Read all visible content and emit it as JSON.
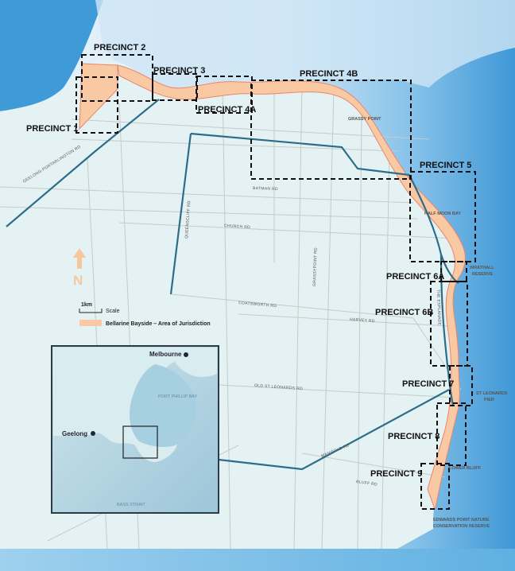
{
  "precincts": [
    {
      "id": "p1",
      "label": "PRECINCT 1"
    },
    {
      "id": "p2",
      "label": "PRECINCT 2"
    },
    {
      "id": "p3",
      "label": "PRECINCT 3"
    },
    {
      "id": "p4a",
      "label": "PRECINCT 4A"
    },
    {
      "id": "p4b",
      "label": "PRECINCT 4B"
    },
    {
      "id": "p5",
      "label": "PRECINCT 5"
    },
    {
      "id": "p6a",
      "label": "PRECINCT 6A"
    },
    {
      "id": "p6b",
      "label": "PRECINCT 6B"
    },
    {
      "id": "p7",
      "label": "PRECINCT 7"
    },
    {
      "id": "p8",
      "label": "PRECINCT 8"
    },
    {
      "id": "p9",
      "label": "PRECINCT 9"
    }
  ],
  "roads": {
    "geelong_portarlington": "GEELONG-PORTARLINGTON RD",
    "batman": "BATMAN RD",
    "church": "CHURCH RD",
    "queenscliff": "QUEENSCLIFF RD",
    "grassy_point": "GRASSYPOINT RD",
    "coatsworth": "COATSWORTH RD",
    "harvey": "HARVEY RD",
    "the_esplanade": "THE ESPLANADE",
    "old_st_leonards": "OLD ST LEONARDS RD",
    "manifold": "MANIFOLD RD",
    "bluff": "BLUFF RD"
  },
  "places": {
    "grassy_point": "GRASSY POINT",
    "half_moon_bay": "HALF MOON BAY",
    "wrathall_reserve": [
      "WRATHALL",
      "RESERVE"
    ],
    "st_leonards_pier": [
      "ST LEONARDS",
      "PIER"
    ],
    "lower_bluff": "LOWER BLUFF",
    "edwards_point": [
      "EDWARDS POINT NATURE",
      "CONSERVATION RESERVE"
    ]
  },
  "north_arrow": "N",
  "legend": {
    "scale_label": "Scale",
    "scale_unit": "1km",
    "area_label": "Bellarine Bayside – Area of Jurisdiction",
    "area_color": "#f9c9a4"
  },
  "inset": {
    "melbourne": "Melbourne",
    "geelong": "Geelong",
    "port_phillip_bay": "PORT PHILLIP BAY",
    "bass_strait": "BASS STRAIT"
  },
  "colors": {
    "sea": "#4d9fd8",
    "land": "#e6f3f4",
    "jurisdiction": "#f9c9a4",
    "boundary": "#2d6d8a",
    "road": "#c8ccc8"
  }
}
